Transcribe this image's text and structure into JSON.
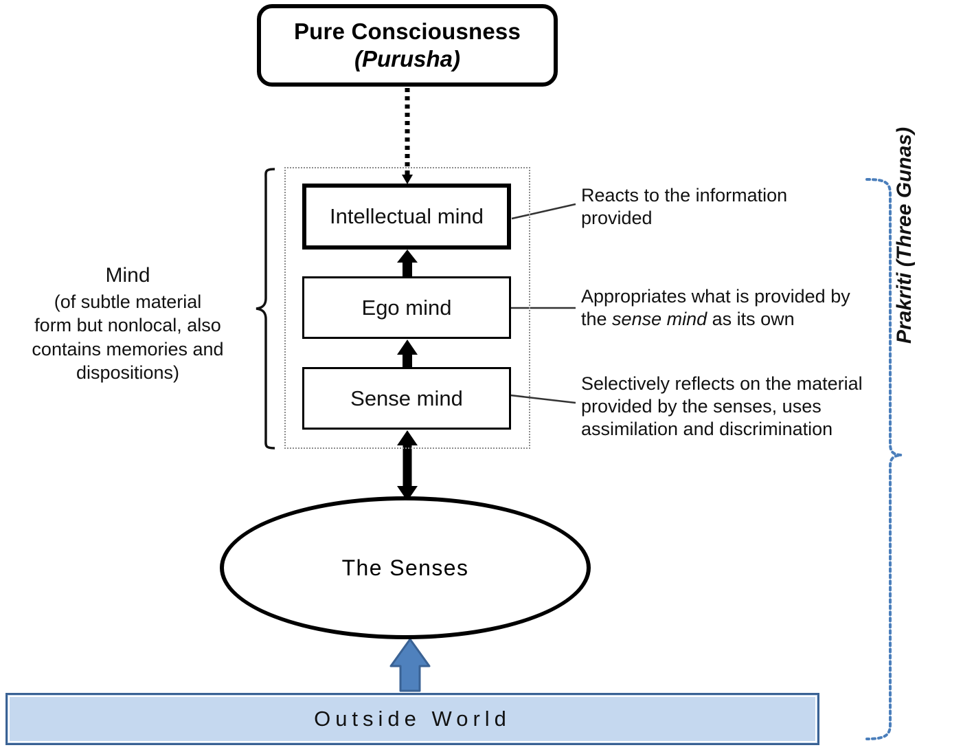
{
  "diagram": {
    "title_box": {
      "line1": "Pure Consciousness",
      "line2": "(Purusha)"
    },
    "mind_boxes": [
      {
        "id": "intellectual-mind",
        "label": "Intellectual mind"
      },
      {
        "id": "ego-mind",
        "label": "Ego mind"
      },
      {
        "id": "sense-mind",
        "label": "Sense mind"
      }
    ],
    "annotations": {
      "intellectual": {
        "line1": "Reacts to the information",
        "line2": "provided"
      },
      "ego": {
        "line1": "Appropriates what is provided by",
        "line2_pre": "the ",
        "line2_em": "sense mind",
        "line2_post": " as its own"
      },
      "sense": {
        "line1": "Selectively  reflects on the material",
        "line2": "provided by the senses, uses",
        "line3": "assimilation and discrimination"
      }
    },
    "mind_bracket_label": {
      "heading": "Mind",
      "line1": "(of subtle material",
      "line2": "form but nonlocal, also",
      "line3": "contains memories  and",
      "line4": "dispositions)"
    },
    "prakriti_bracket_label": "Prakriti (Three Gunas)",
    "senses_ellipse": "The  Senses",
    "outside_world": "Outside World",
    "icons": {
      "purusha_connector": "dashed-down-arrow-icon",
      "sense_to_ego_arrow": "up-arrow-icon",
      "ego_to_intellect_arrow": "up-arrow-icon",
      "senses_to_mind_arrow": "double-headed-vertical-arrow-icon",
      "world_exchange_arrow": "blue-double-headed-arrow-icon",
      "left_brace": "curly-brace-icon",
      "right_brace": "dotted-curly-brace-icon"
    },
    "colors": {
      "outline": "#000000",
      "annotation_leader": "#333333",
      "dotted_container": "#8a8a8a",
      "blue_arrow_fill": "#4f81bd",
      "blue_arrow_stroke": "#3a6294",
      "outside_world_fill": "#c5d8ef",
      "outside_world_border": "#3a6294",
      "prakriti_brace": "#4a7ebb"
    }
  }
}
